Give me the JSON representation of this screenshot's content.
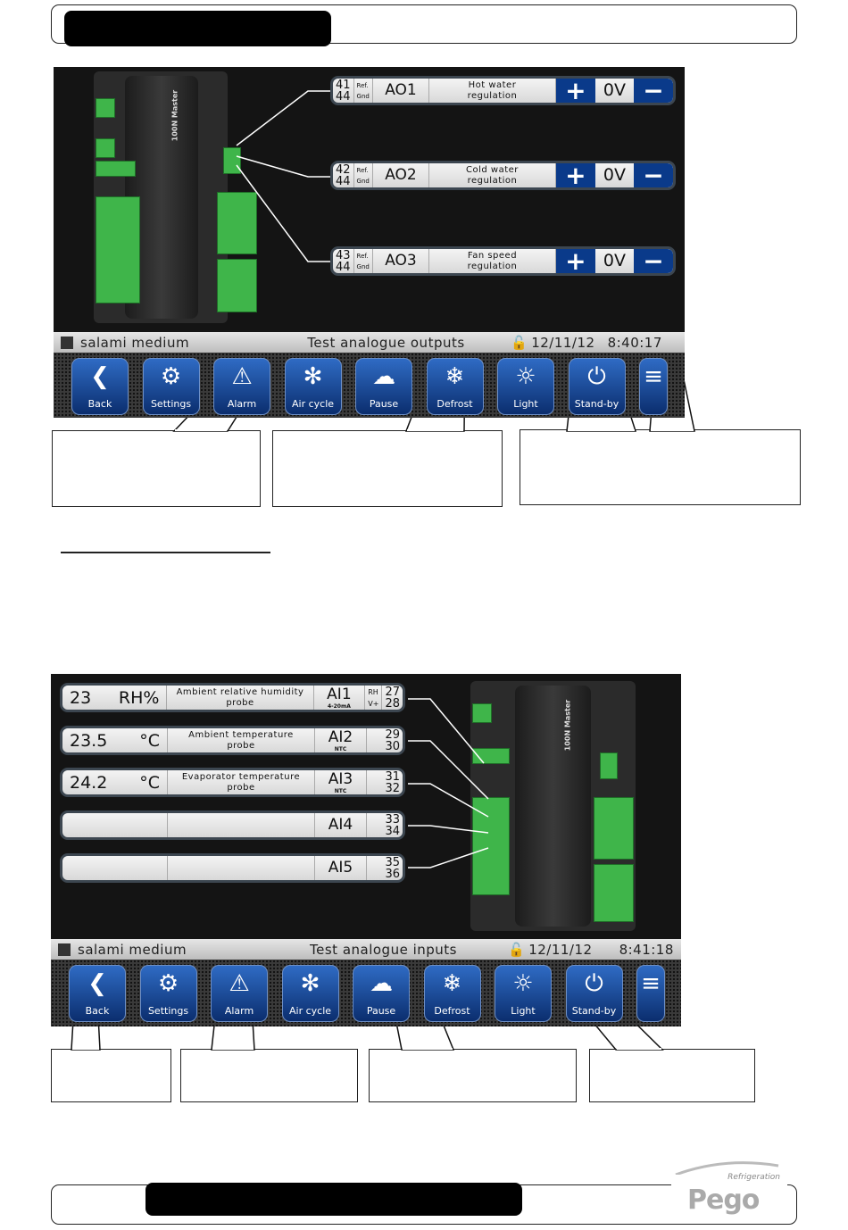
{
  "colors": {
    "accent": "#0a3a8a",
    "terminal": "#3fb54a",
    "screen_bg": "#141414"
  },
  "top_screen": {
    "device_label": "100N Master",
    "outputs": [
      {
        "pin_a": "41",
        "pin_b": "44",
        "ref": "Ref.",
        "gnd": "Gnd",
        "name": "AO1",
        "desc1": "Hot water",
        "desc2": "regulation",
        "plus": "+",
        "value": "0V",
        "minus": "−"
      },
      {
        "pin_a": "42",
        "pin_b": "44",
        "ref": "Ref.",
        "gnd": "Gnd",
        "name": "AO2",
        "desc1": "Cold water",
        "desc2": "regulation",
        "plus": "+",
        "value": "0V",
        "minus": "−"
      },
      {
        "pin_a": "43",
        "pin_b": "44",
        "ref": "Ref.",
        "gnd": "Gnd",
        "name": "AO3",
        "desc1": "Fan speed",
        "desc2": "regulation",
        "plus": "+",
        "value": "0V",
        "minus": "−"
      }
    ],
    "status": {
      "program": "salami medium",
      "page": "Test analogue outputs",
      "date": "12/11/12",
      "time": "8:40:17"
    },
    "toolbar": [
      {
        "label": "Back",
        "icon": "❮"
      },
      {
        "label": "Settings",
        "icon": "⚙"
      },
      {
        "label": "Alarm",
        "icon": "⚠"
      },
      {
        "label": "Air cycle",
        "icon": "✻"
      },
      {
        "label": "Pause",
        "icon": "☁"
      },
      {
        "label": "Defrost",
        "icon": "❄"
      },
      {
        "label": "Light",
        "icon": "☼"
      },
      {
        "label": "Stand-by",
        "icon": "⏻"
      },
      {
        "label": "",
        "icon": "≡"
      }
    ]
  },
  "bottom_screen": {
    "device_label": "100N Master",
    "inputs": [
      {
        "value": "23",
        "unit": "RH%",
        "desc1": "Ambient relative humidity",
        "desc2": "probe",
        "name": "AI1",
        "type": "4-20mA",
        "lbl_a": "RH",
        "lbl_b": "V+",
        "pin_a": "27",
        "pin_b": "28"
      },
      {
        "value": "23.5",
        "unit": "°C",
        "desc1": "Ambient temperature",
        "desc2": "probe",
        "name": "AI2",
        "type": "NTC",
        "pin_a": "29",
        "pin_b": "30"
      },
      {
        "value": "24.2",
        "unit": "°C",
        "desc1": "Evaporator temperature",
        "desc2": "probe",
        "name": "AI3",
        "type": "NTC",
        "pin_a": "31",
        "pin_b": "32"
      },
      {
        "value": "",
        "unit": "",
        "desc1": "",
        "desc2": "",
        "name": "AI4",
        "type": "",
        "pin_a": "33",
        "pin_b": "34"
      },
      {
        "value": "",
        "unit": "",
        "desc1": "",
        "desc2": "",
        "name": "AI5",
        "type": "",
        "pin_a": "35",
        "pin_b": "36"
      }
    ],
    "status": {
      "program": "salami medium",
      "page": "Test analogue inputs",
      "date": "12/11/12",
      "time": "8:41:18"
    },
    "toolbar": [
      {
        "label": "Back",
        "icon": "❮"
      },
      {
        "label": "Settings",
        "icon": "⚙"
      },
      {
        "label": "Alarm",
        "icon": "⚠"
      },
      {
        "label": "Air cycle",
        "icon": "✻"
      },
      {
        "label": "Pause",
        "icon": "☁"
      },
      {
        "label": "Defrost",
        "icon": "❄"
      },
      {
        "label": "Light",
        "icon": "☼"
      },
      {
        "label": "Stand-by",
        "icon": "⏻"
      },
      {
        "label": "",
        "icon": "≡"
      }
    ]
  },
  "logo": {
    "brand": "Pego",
    "tagline": "Refrigeration"
  }
}
